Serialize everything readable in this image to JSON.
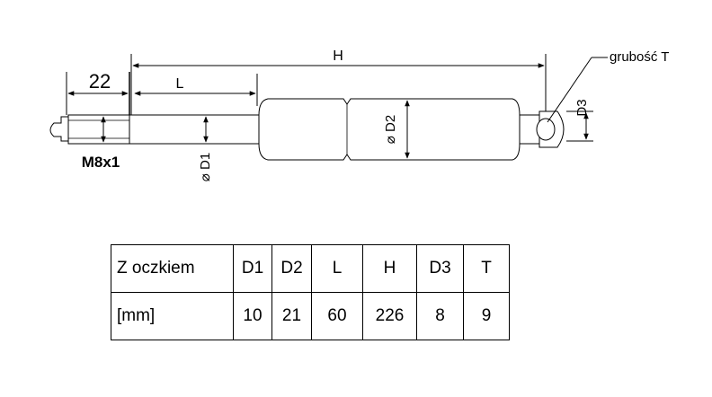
{
  "drawing": {
    "labels": {
      "overall_length": "H",
      "stroke": "L",
      "thread_length": "22",
      "thread_spec": "M8x1",
      "thickness_label": "grubość T",
      "rod_diameter": "⌀ D1",
      "body_diameter": "⌀ D2",
      "eye_diameter": "D3"
    }
  },
  "table": {
    "headers": [
      "Z oczkiem",
      "D1",
      "D2",
      "L",
      "H",
      "D3",
      "T"
    ],
    "unit_row": [
      "[mm]",
      "10",
      "21",
      "60",
      "226",
      "8",
      "9"
    ]
  }
}
